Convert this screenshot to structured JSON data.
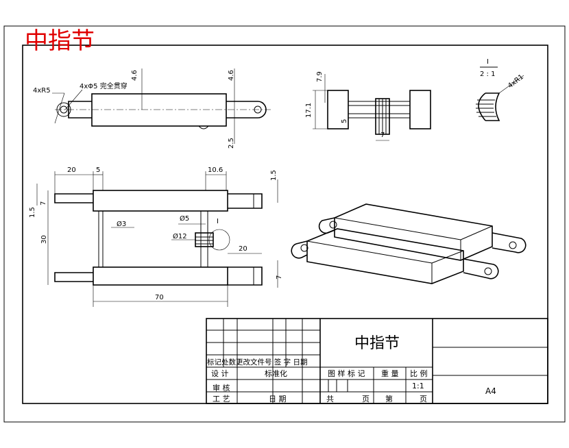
{
  "watermark_title": "中指节",
  "notes": {
    "hole_label": "4xR5",
    "slot_note": "4xΦ5 完全贯穿",
    "detail_label": "I",
    "detail_scale": "2 : 1",
    "detail_radius": "4xR1"
  },
  "dimensions": {
    "d_4_6_a": "4.6",
    "d_4_6_b": "4.6",
    "d_2_5": "2.5",
    "d_7_9": "7.9",
    "d_17_1": "17.1",
    "d_5_side": "5",
    "d_7_side": "7",
    "d_20_top": "20",
    "d_5_top": "5",
    "d_10_6": "10.6",
    "d_1_5_right": "1.5",
    "d_7_left": "7",
    "d_1_5_left": "1.5",
    "d_30": "30",
    "d_phi3": "Ø3",
    "d_phi5": "Ø5",
    "d_phi12": "Ø12",
    "d_I_mark": "I",
    "d_20_right": "20",
    "d_7_right": "7",
    "d_70": "70"
  },
  "title_block": {
    "part_name": "中指节",
    "revision_header": "标记处数更改文件号 签 字 日期",
    "design": "设 计",
    "standardize": "标准化",
    "review": "审 核",
    "process": "工 艺",
    "date": "日 期",
    "stage_mark": "图 样 标 记",
    "weight": "重 量",
    "ratio_label": "比 例",
    "ratio_value": "1:1",
    "total_pages": "共",
    "page_unit_1": "页",
    "sheet": "第",
    "page_unit_2": "页",
    "sheet_size": "A4"
  }
}
